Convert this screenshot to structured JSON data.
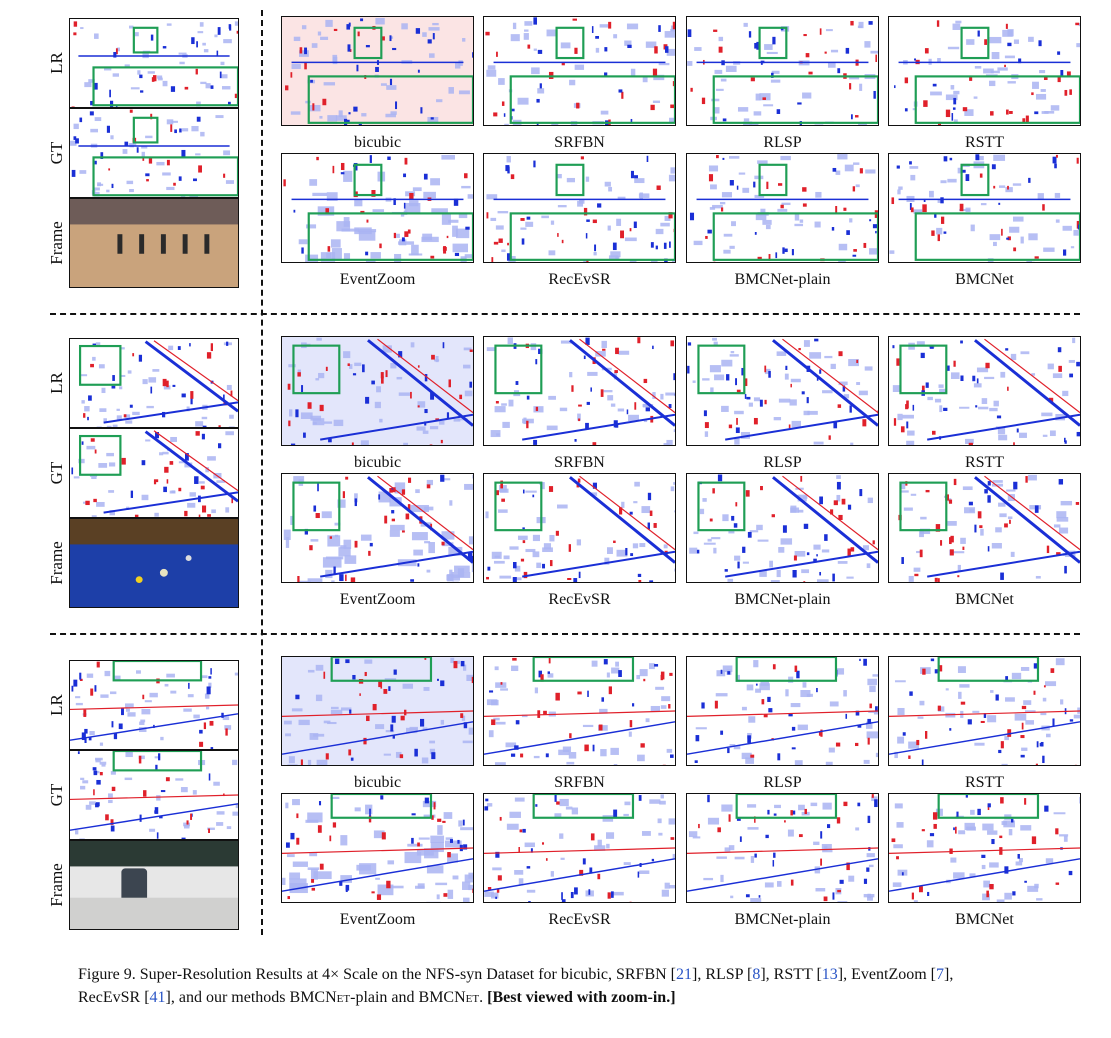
{
  "figure": {
    "row_labels": [
      "LR",
      "GT",
      "Frame"
    ],
    "methods": [
      "bicubic",
      "SRFBN",
      "RLSP",
      "RSTT",
      "EventZoom",
      "RecEvSR",
      "BMCNet-plain",
      "BMCNet"
    ],
    "caption": {
      "prefix": "Figure 9. Super-Resolution Results at 4",
      "times": "×",
      "part1": " Scale on the NFS-syn Dataset for bicubic, SRFBN [",
      "ref1": "21",
      "part2": "], RLSP [",
      "ref2": "8",
      "part3": "], RSTT [",
      "ref3": "13",
      "part4": "], EventZoom [",
      "ref4": "7",
      "part5": "],",
      "line2a": "RecEvSR [",
      "ref5": "41",
      "line2b": "], and our methods ",
      "sc1": "BMCNet",
      "line2c": "-plain and ",
      "sc2": "BMCNet",
      "line2d": ". ",
      "bold": "[Best viewed with zoom-in.]"
    }
  },
  "colors": {
    "frame_green": "#1f9e55",
    "event_red": "#e0202a",
    "event_blue": "#1a2fd6",
    "event_lightblue": "#aab4f2"
  }
}
